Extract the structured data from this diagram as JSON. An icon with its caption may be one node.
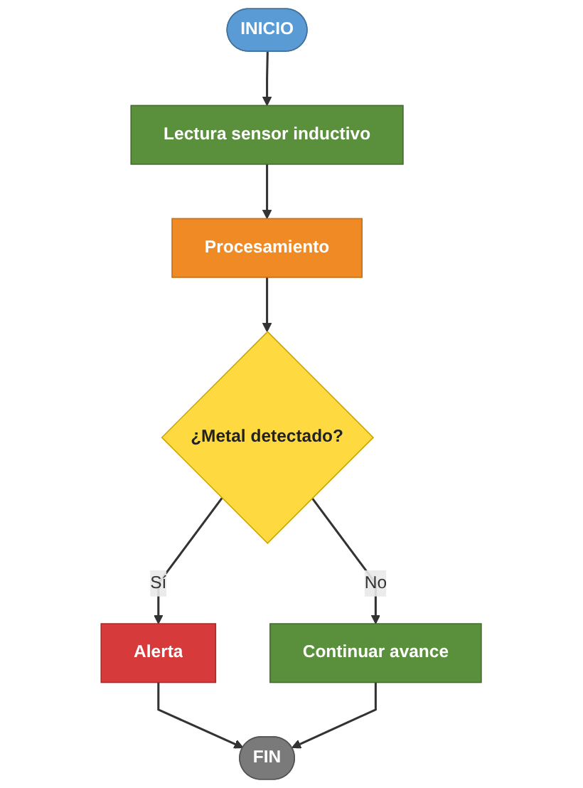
{
  "diagram": {
    "nodes": [
      {
        "text": [
          "INICIO"
        ]
      },
      {
        "text": [
          "Lectura sensor inductivo"
        ]
      },
      {
        "text": [
          "Procesamiento"
        ]
      },
      {
        "text": [
          "¿Metal detectado?"
        ]
      },
      {
        "text": [
          "Alerta"
        ]
      },
      {
        "text": [
          "Continuar avance"
        ]
      },
      {
        "text": [
          "FIN"
        ]
      }
    ],
    "edges": [
      {
        "from": 0,
        "to": 1,
        "arrow": "to"
      },
      {
        "from": 1,
        "to": 2,
        "arrow": "to"
      },
      {
        "from": 2,
        "to": 3,
        "arrow": "to"
      },
      {
        "from": 3,
        "to": 4,
        "arrow": "to",
        "label": "Sí"
      },
      {
        "from": 3,
        "to": 5,
        "arrow": "to",
        "label": "No"
      },
      {
        "from": 4,
        "to": 6,
        "arrow": "to"
      },
      {
        "from": 5,
        "to": 6,
        "arrow": "to"
      }
    ]
  }
}
